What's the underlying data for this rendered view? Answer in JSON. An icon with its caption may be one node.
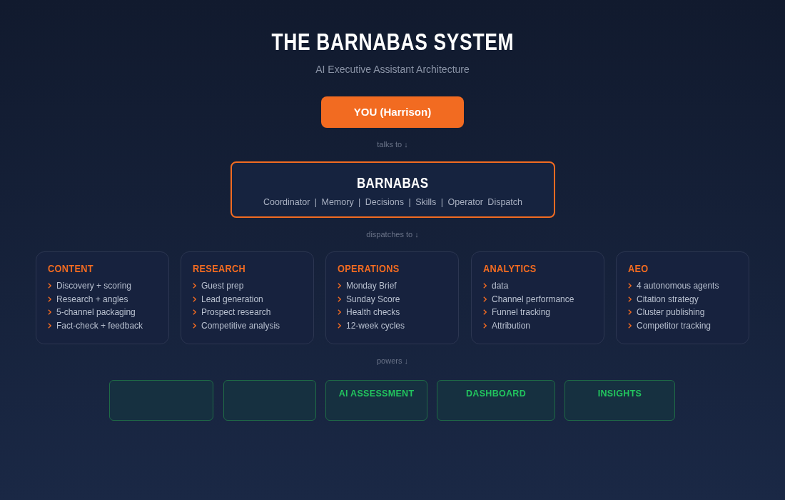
{
  "diagram": {
    "title": "THE BARNABAS SYSTEM",
    "caption": "AI Executive Assistant Architecture",
    "nodes": [
      {
        "text": [
          "YOU (Harrison)"
        ]
      },
      {
        "text": [
          "BARNABAS",
          "Coordinator | Memory | Decisions | Skills | Operator Dispatch"
        ]
      },
      {
        "text": [
          "CONTENT",
          "Discovery + scoring",
          "Research + angles",
          "5-channel packaging",
          "Fact-check + feedback"
        ]
      },
      {
        "text": [
          "RESEARCH",
          "Guest prep",
          "Lead generation",
          "Prospect research",
          "Competitive analysis"
        ]
      },
      {
        "text": [
          "OPERATIONS",
          "Monday Brief",
          "Sunday Score",
          "Health checks",
          "12-week cycles"
        ]
      },
      {
        "text": [
          "ANALYTICS",
          "data",
          "Channel performance",
          "Funnel tracking",
          "Attribution"
        ]
      },
      {
        "text": [
          "AEO",
          "4 autonomous agents",
          "Citation strategy",
          "Cluster publishing",
          "Competitor tracking"
        ]
      },
      {
        "text": [],
        "shape": "box"
      },
      {
        "text": [],
        "shape": "box"
      },
      {
        "text": [
          "AI ASSESSMENT"
        ]
      },
      {
        "text": [
          "DASHBOARD"
        ]
      },
      {
        "text": [
          "INSIGHTS"
        ]
      }
    ],
    "labels": [
      "talks to ↓",
      "dispatches to ↓",
      "powers ↓"
    ]
  }
}
